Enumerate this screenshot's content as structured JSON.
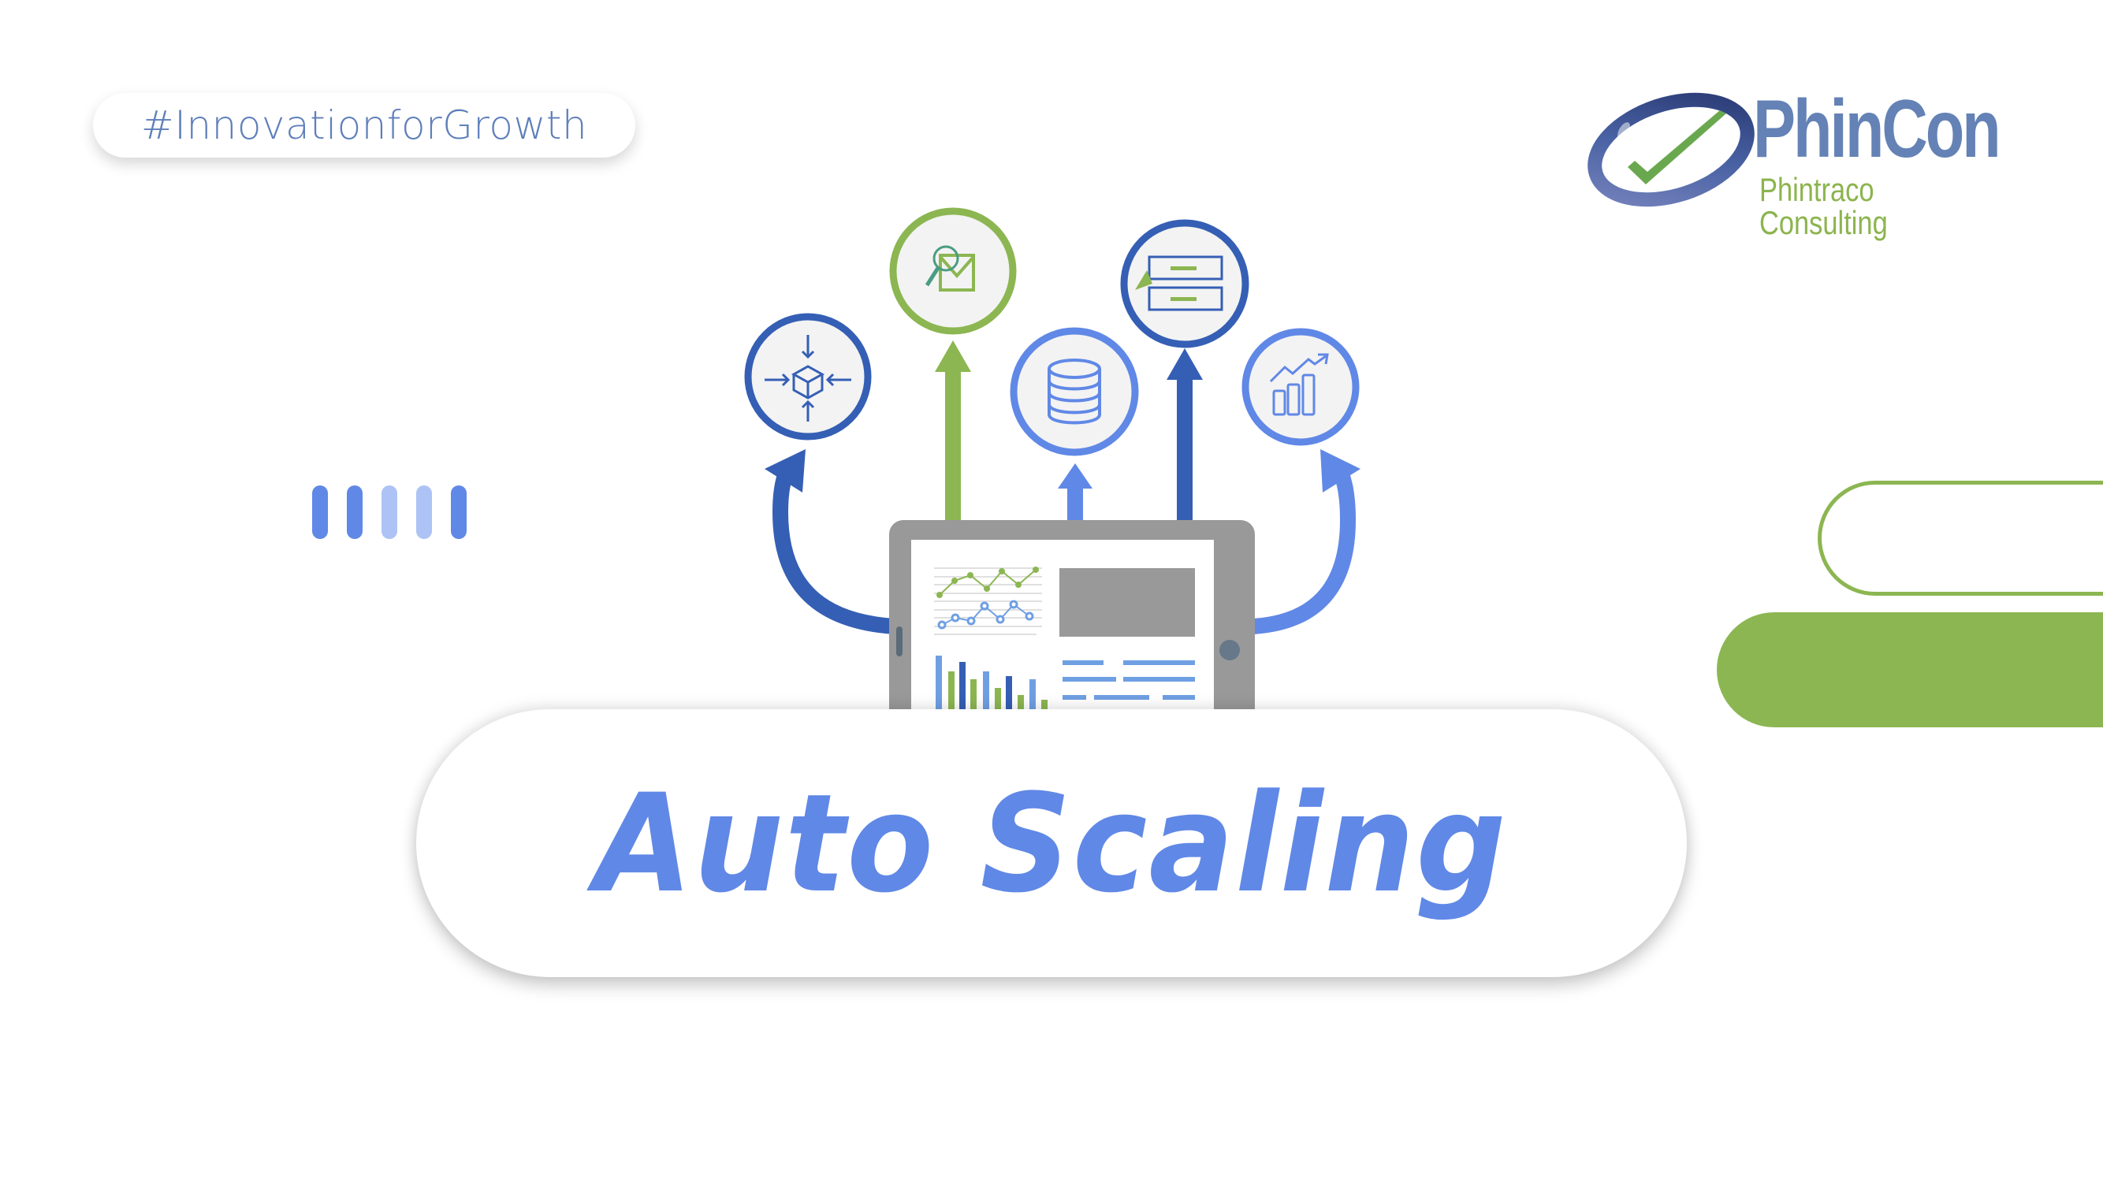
{
  "hashtag": {
    "label": "#InnovationforGrowth"
  },
  "logo": {
    "title": "PhinCon",
    "subtitle": "Phintraco Consulting",
    "colors": {
      "ring_dark": "#2d3f7c",
      "ring_light": "#6b7fb8",
      "check": "#6aa84f",
      "title": "#6482b5",
      "subtitle": "#8cb44e"
    }
  },
  "decor_bars": [
    {
      "color": "#6088e6"
    },
    {
      "color": "#6088e6"
    },
    {
      "color": "#adc3f5"
    },
    {
      "color": "#adc3f5"
    },
    {
      "color": "#6088e6"
    }
  ],
  "illustration": {
    "icons": [
      {
        "name": "compress-box-icon",
        "ring_color": "#355fb5",
        "label": "Scaling package"
      },
      {
        "name": "email-search-icon",
        "ring_color": "#8cb651",
        "label": "Email search"
      },
      {
        "name": "database-icon",
        "ring_color": "#6088e6",
        "label": "Database"
      },
      {
        "name": "server-click-icon",
        "ring_color": "#355fb5",
        "label": "Server selection"
      },
      {
        "name": "growth-chart-icon",
        "ring_color": "#6088e6",
        "label": "Growth chart"
      }
    ],
    "tablet": {
      "frame_color": "#999999",
      "screen_color": "#ffffff",
      "line_chart_green": [
        62,
        44,
        37,
        55,
        36,
        50,
        30
      ],
      "line_chart_blue": [
        86,
        78,
        82,
        68,
        82,
        66,
        76
      ],
      "bar_chart": [
        {
          "h": 100,
          "c": "#6f9fe3"
        },
        {
          "h": 78,
          "c": "#8cb651"
        },
        {
          "h": 88,
          "c": "#355fb5"
        },
        {
          "h": 66,
          "c": "#8cb651"
        },
        {
          "h": 78,
          "c": "#6f9fe3"
        },
        {
          "h": 52,
          "c": "#8cb651"
        },
        {
          "h": 72,
          "c": "#355fb5"
        },
        {
          "h": 38,
          "c": "#8cb651"
        },
        {
          "h": 66,
          "c": "#6f9fe3"
        },
        {
          "h": 28,
          "c": "#8cb651"
        }
      ]
    }
  },
  "title": {
    "text": "Auto Scaling",
    "color": "#6088e6"
  },
  "accent_colors": {
    "blue_dark": "#355fb5",
    "blue": "#6088e6",
    "green": "#8cb651",
    "gray": "#999999"
  }
}
